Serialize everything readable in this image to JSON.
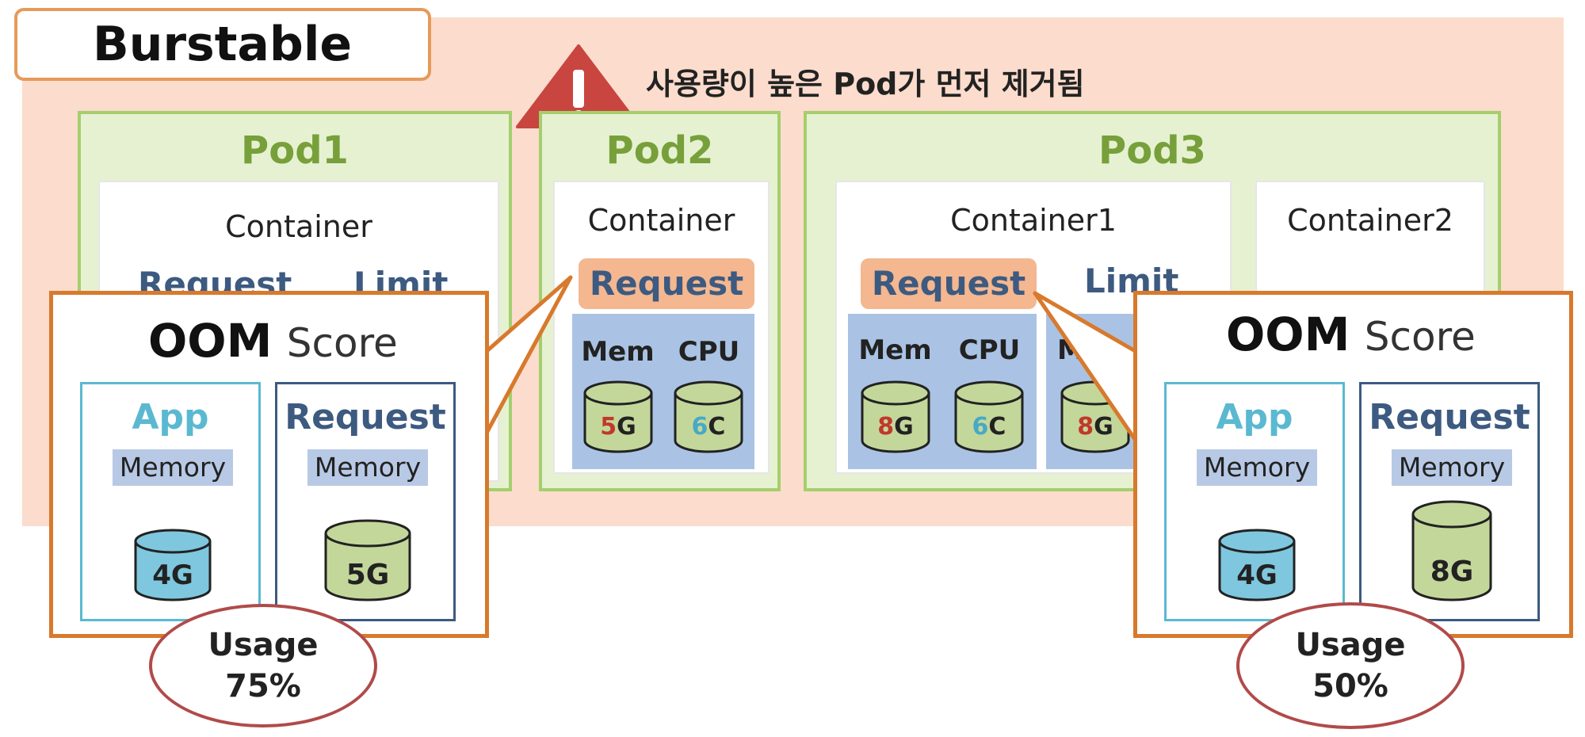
{
  "title": "Burstable",
  "warning_text": "사용량이 높은 Pod가 먼저 제거됨",
  "pods": [
    {
      "name": "Pod1",
      "containers": [
        {
          "label": "Container",
          "request_label": "Request",
          "limit_label": "Limit"
        }
      ]
    },
    {
      "name": "Pod2",
      "containers": [
        {
          "label": "Container",
          "request_label": "Request",
          "resources": [
            {
              "label": "Mem",
              "value": "5G"
            },
            {
              "label": "CPU",
              "value": "6C"
            }
          ]
        }
      ]
    },
    {
      "name": "Pod3",
      "containers": [
        {
          "label": "Container1",
          "request_label": "Request",
          "limit_label": "Limit",
          "resources": [
            {
              "label": "Mem",
              "value": "8G"
            },
            {
              "label": "CPU",
              "value": "6C"
            }
          ],
          "limit_resources": [
            {
              "label": "Mem",
              "value": "8G"
            }
          ]
        },
        {
          "label": "Container2"
        }
      ]
    }
  ],
  "oom_left": {
    "title_bold": "OOM",
    "title_rest": "Score",
    "app": {
      "title": "App",
      "memory_label": "Memory",
      "value": "4G"
    },
    "request": {
      "title": "Request",
      "memory_label": "Memory",
      "value": "5G"
    },
    "usage_label": "Usage",
    "usage_value": "75%"
  },
  "oom_right": {
    "title_bold": "OOM",
    "title_rest": "Score",
    "app": {
      "title": "App",
      "memory_label": "Memory",
      "value": "4G"
    },
    "request": {
      "title": "Request",
      "memory_label": "Memory",
      "value": "8G"
    },
    "usage_label": "Usage",
    "usage_value": "50%"
  },
  "colors": {
    "pod_border": "#a4cf6c",
    "pod_title": "#77a03a",
    "oom_border": "#d8792c",
    "app_blue": "#5ab9d0",
    "request_navy": "#3d5a80",
    "cyl_blue": "#7ec7df",
    "cyl_green": "#c4d79b",
    "mem_red": "#c0392b",
    "cpu_cyan": "#48a9c5",
    "warning_red": "#c9453f"
  }
}
